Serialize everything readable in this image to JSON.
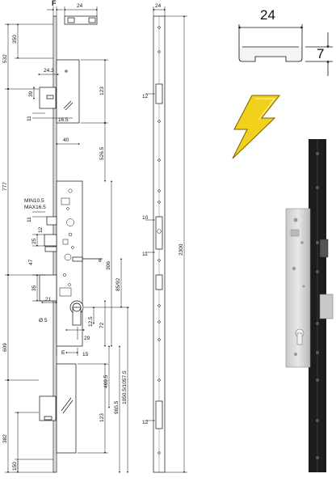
{
  "colors": {
    "line": "#111111",
    "plate": "#d8d8d8",
    "steel": "#a9a9a9",
    "black_plate": "#1c1c1c",
    "bolt_yellow": "#f2d11c",
    "bolt_outline": "#7a5c00"
  },
  "icons": {
    "bolt": "lightning-bolt-icon"
  },
  "front_view": {
    "top": {
      "f_label": "F",
      "w24": "24",
      "d350": "350",
      "d532": "532"
    },
    "upper_lock": {
      "w243": "24.3",
      "d39": "39",
      "d123": "123",
      "d11": "11",
      "d165": "16.5",
      "w40": "40",
      "d5265": "526.5"
    },
    "center_lock": {
      "d777": "777",
      "min": "MIN10.5",
      "max": "MAX16.5",
      "d11": "11",
      "d12": "12",
      "d25": "25",
      "d47": "47",
      "d8": "8",
      "d306": "306",
      "d35": "35",
      "d8592": "85/92",
      "d21": "21",
      "phi5": "Ø 5",
      "d125": "12.5",
      "d72": "72",
      "d29": "29",
      "e": "E",
      "d15": "15"
    },
    "lower": {
      "d609": "609",
      "d4695": "469.5",
      "d10505": "1050.5/1057.5",
      "d9655": "965.5",
      "d123": "123",
      "d382": "382",
      "d150": "150"
    }
  },
  "side_view": {
    "w24": "24",
    "d2300": "2300",
    "d12a": "12",
    "d10": "10",
    "d11": "11",
    "d12b": "12"
  },
  "profile": {
    "width": "24",
    "height": "7"
  }
}
